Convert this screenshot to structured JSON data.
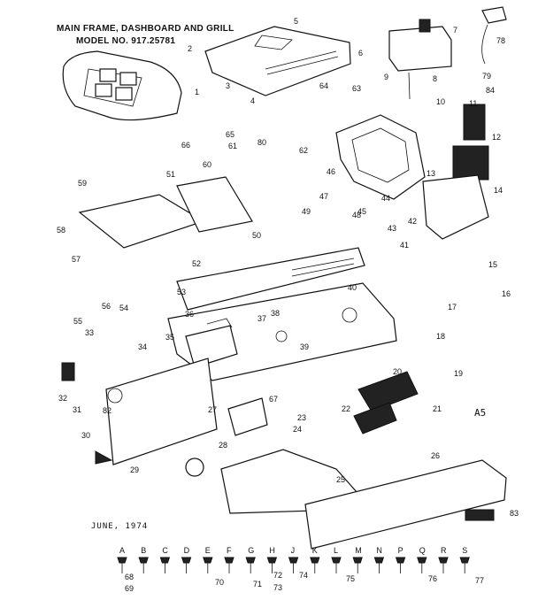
{
  "header": {
    "title": "MAIN FRAME, DASHBOARD AND GRILL",
    "model": "MODEL NO. 917.25781"
  },
  "footer": {
    "date": "JUNE, 1974",
    "page_code": "A5"
  },
  "callouts": [
    "1",
    "2",
    "3",
    "4",
    "5",
    "6",
    "7",
    "8",
    "9",
    "10",
    "11",
    "12",
    "13",
    "14",
    "15",
    "16",
    "17",
    "18",
    "19",
    "20",
    "21",
    "22",
    "23",
    "24",
    "25",
    "26",
    "27",
    "28",
    "29",
    "30",
    "31",
    "32",
    "33",
    "34",
    "35",
    "36",
    "37",
    "38",
    "39",
    "40",
    "41",
    "42",
    "43",
    "44",
    "45",
    "46",
    "47",
    "48",
    "49",
    "50",
    "51",
    "52",
    "53",
    "54",
    "55",
    "56",
    "57",
    "58",
    "59",
    "60",
    "61",
    "62",
    "63",
    "64",
    "65",
    "66",
    "67",
    "78",
    "79",
    "80",
    "82",
    "83",
    "84"
  ],
  "hardware_keys": [
    "A",
    "B",
    "C",
    "D",
    "E",
    "F",
    "G",
    "H",
    "J",
    "K",
    "L",
    "M",
    "N",
    "P",
    "Q",
    "R",
    "S"
  ],
  "hardware_refs": [
    "68",
    "69",
    "70",
    "71",
    "72",
    "73",
    "74",
    "75",
    "76",
    "77"
  ]
}
